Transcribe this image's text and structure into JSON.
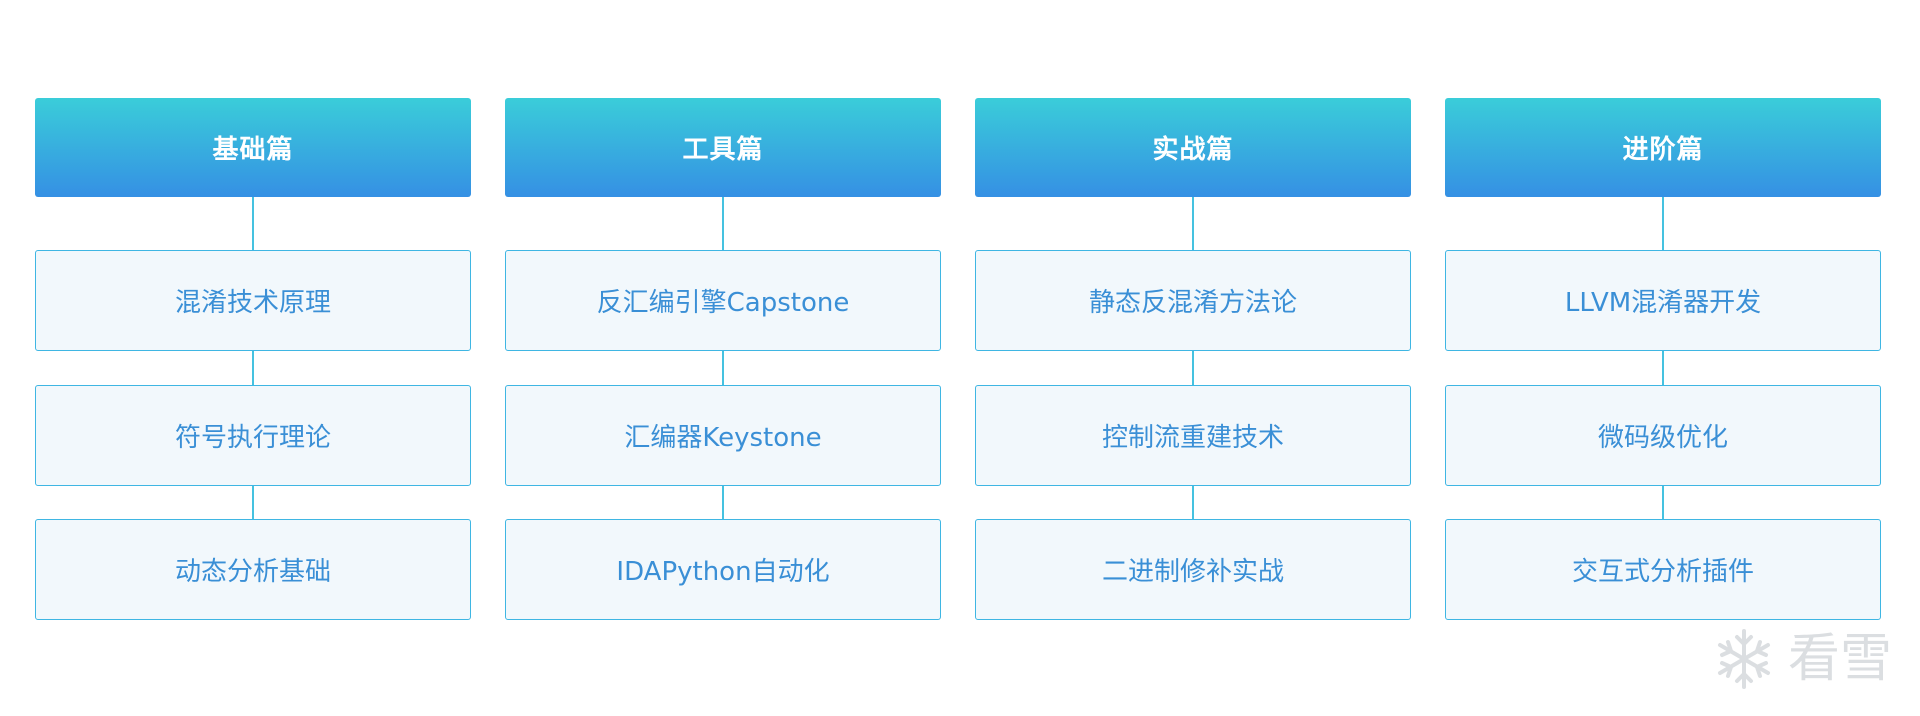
{
  "columns": [
    {
      "title": "基础篇",
      "items": [
        "混淆技术原理",
        "符号执行理论",
        "动态分析基础"
      ]
    },
    {
      "title": "工具篇",
      "items": [
        "反汇编引擎Capstone",
        "汇编器Keystone",
        "IDAPython自动化"
      ]
    },
    {
      "title": "实战篇",
      "items": [
        "静态反混淆方法论",
        "控制流重建技术",
        "二进制修补实战"
      ]
    },
    {
      "title": "进阶篇",
      "items": [
        "LLVM混淆器开发",
        "微码级优化",
        "交互式分析插件"
      ]
    }
  ],
  "watermark": {
    "logo_icon": "snowflake-icon",
    "text": "看雪"
  },
  "colors": {
    "header_top": "#3acdd9",
    "header_bottom": "#3590e4",
    "item_border": "#3fb6e3",
    "item_bg": "#f2f8fc",
    "item_text": "#3a8fd6",
    "connector": "#45c2e0"
  }
}
